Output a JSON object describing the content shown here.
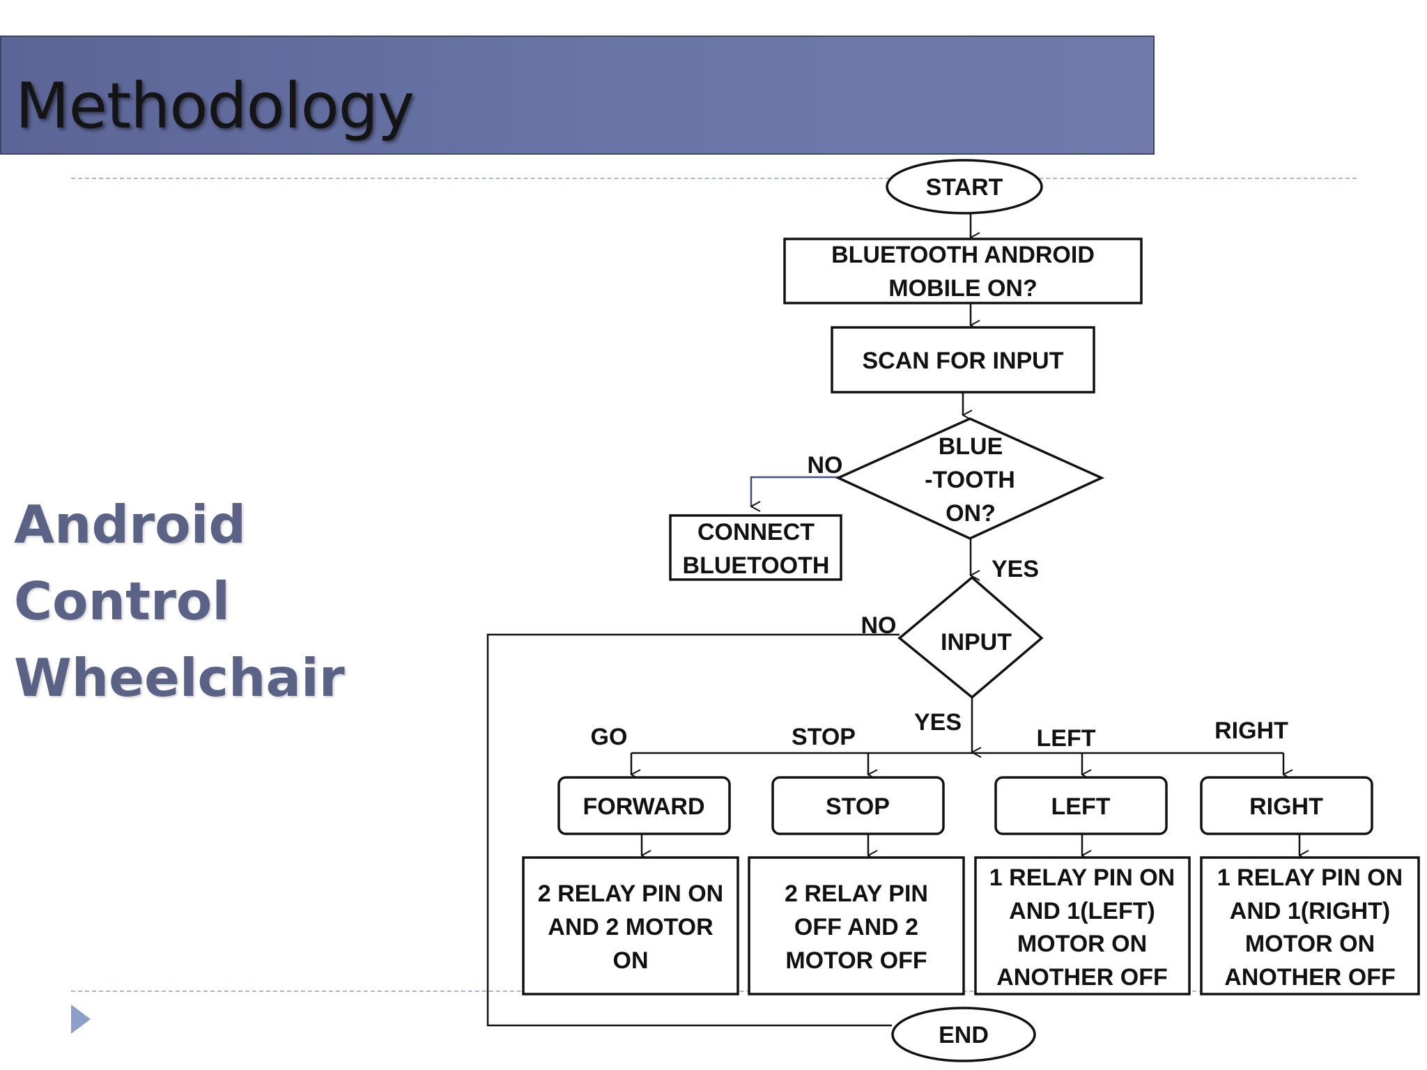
{
  "slide": {
    "title": "Methodology",
    "subtitle_line1": "Android Control",
    "subtitle_line2": "Wheelchair"
  },
  "flowchart": {
    "start": "START",
    "check_mobile": [
      "BLUETOOTH ANDROID",
      "MOBILE ON?"
    ],
    "scan": "SCAN FOR INPUT",
    "bt_decision": [
      "BLUE",
      "-TOOTH",
      "ON?"
    ],
    "bt_no_label": "NO",
    "connect": [
      "CONNECT",
      "BLUETOOTH"
    ],
    "bt_yes_label": "YES",
    "input_decision": "INPUT",
    "input_no_label": "NO",
    "input_yes_label": "YES",
    "branch_labels": {
      "go": "GO",
      "stop": "STOP",
      "left": "LEFT",
      "right": "RIGHT"
    },
    "commands": {
      "forward": "FORWARD",
      "stop": "STOP",
      "left": "LEFT",
      "right": "RIGHT"
    },
    "actions": {
      "forward": [
        "2 RELAY PIN ON",
        "AND 2 MOTOR",
        "ON"
      ],
      "stop": [
        "2 RELAY PIN",
        "OFF AND 2",
        "MOTOR OFF"
      ],
      "left": [
        "1 RELAY PIN ON",
        "AND 1(LEFT)",
        "MOTOR ON",
        "ANOTHER OFF"
      ],
      "right": [
        "1 RELAY PIN ON",
        "AND 1(RIGHT)",
        "MOTOR ON",
        "ANOTHER OFF"
      ]
    },
    "end": "END"
  },
  "colors": {
    "title_bar": "#6a76a8",
    "subtitle_text": "#5a6386",
    "marker": "#8e9fc7",
    "dashed_rule": "#aeb6c4"
  }
}
